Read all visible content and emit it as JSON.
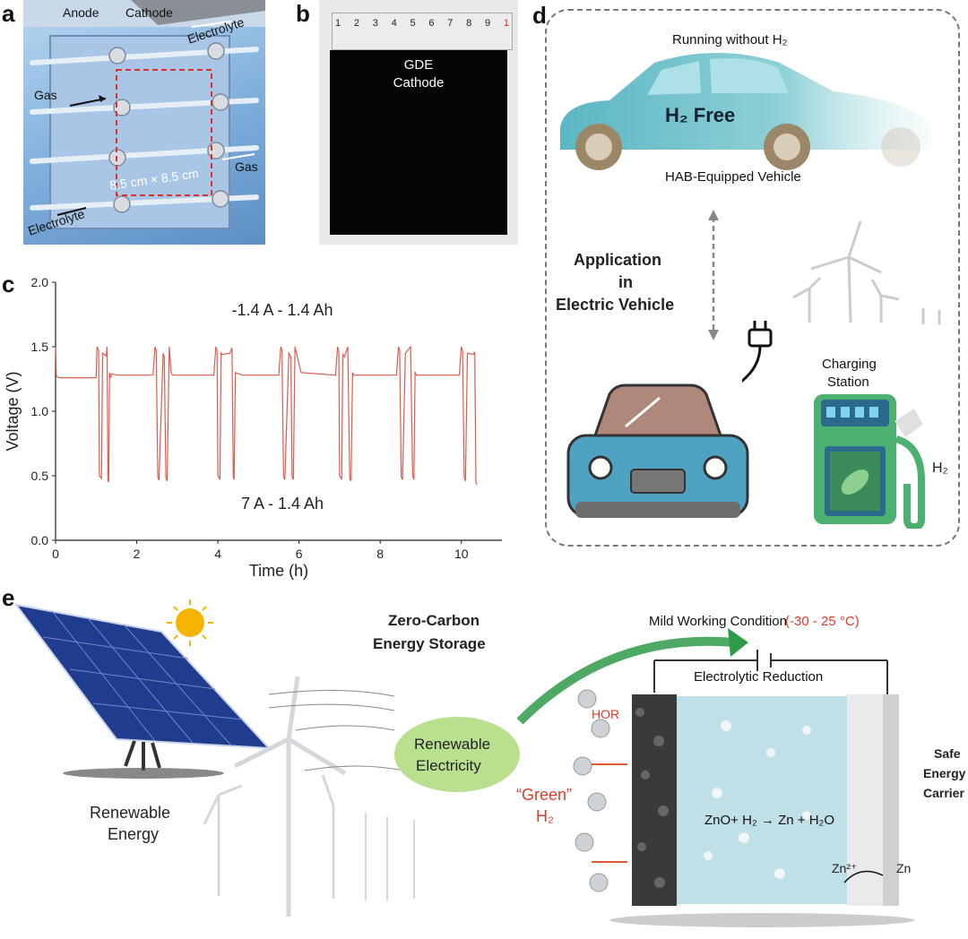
{
  "panel_labels": {
    "a": "a",
    "b": "b",
    "c": "c",
    "d": "d",
    "e": "e"
  },
  "panel_a": {
    "anode": "Anode",
    "cathode": "Cathode",
    "electrolyte_top": "Electrolyte",
    "gas_left": "Gas",
    "gas_right": "Gas",
    "size": "8.5 cm × 8.5 cm",
    "electrolyte_bottom": "Electrolyte"
  },
  "panel_b": {
    "gde": "GDE",
    "cathode": "Cathode",
    "ruler_ticks": [
      "1",
      "2",
      "3",
      "4",
      "5",
      "6",
      "7",
      "8",
      "9",
      "1"
    ]
  },
  "panel_d": {
    "running": "Running without H₂",
    "h2_free": "H₂ Free",
    "hab_vehicle": "HAB-Equipped Vehicle",
    "application_line1": "Application",
    "application_line2": "in",
    "application_line3": "Electric Vehicle",
    "charging_line1": "Charging",
    "charging_line2": "Station",
    "h2": "H₂"
  },
  "panel_e": {
    "zero_carbon_line1": "Zero-Carbon",
    "zero_carbon_line2": "Energy Storage",
    "mild_condition": "Mild Working Condition",
    "mild_range": "(-30 - 25 °C)",
    "electrolytic": "Electrolytic Reduction",
    "renewable_elec_line1": "Renewable",
    "renewable_elec_line2": "Electricity",
    "renewable_energy_line1": "Renewable",
    "renewable_energy_line2": "Energy",
    "hor": "HOR",
    "green_line1": "“Green”",
    "green_line2": "H₂",
    "reaction": "ZnO+ H₂ → Zn + H₂O",
    "zn_ion": "Zn²⁺",
    "zn": "Zn",
    "safe_line1": "Safe",
    "safe_line2": "Energy",
    "safe_line3": "Carrier"
  },
  "colors": {
    "curve": "#e05a50",
    "accent_red": "#e03a2a",
    "bubble_green": "#b9e08f",
    "arrow_green": "#2f9a4a"
  },
  "chart_data": {
    "type": "line",
    "title": "",
    "xlabel": "Time (h)",
    "ylabel": "Voltage (V)",
    "xlim": [
      0,
      11
    ],
    "ylim": [
      0.0,
      2.0
    ],
    "xticks": [
      "0",
      "2",
      "4",
      "6",
      "8",
      "10"
    ],
    "yticks": [
      "0.0",
      "0.5",
      "1.0",
      "1.5",
      "2.0"
    ],
    "annotations": [
      "-1.4 A - 1.4 Ah",
      "7 A - 1.4 Ah"
    ],
    "series": [
      {
        "x": [
          0.0,
          0.02,
          0.1,
          1.0,
          1.02,
          1.06,
          1.08,
          1.13,
          1.16,
          1.25,
          1.27,
          1.29,
          1.31,
          1.33,
          1.36,
          1.38,
          1.55,
          2.4,
          2.45,
          2.48,
          2.52,
          2.55,
          2.65,
          2.68,
          2.72,
          2.75,
          2.8,
          2.85,
          2.88,
          3.0,
          3.9,
          3.95,
          3.98,
          4.0,
          4.05,
          4.08,
          4.1,
          4.3,
          4.35,
          4.38,
          4.4,
          4.43,
          4.6,
          5.5,
          5.55,
          5.58,
          5.62,
          5.65,
          5.75,
          5.8,
          5.83,
          5.86,
          5.9,
          6.05,
          6.9,
          6.95,
          6.98,
          7.0,
          7.05,
          7.08,
          7.12,
          7.2,
          7.25,
          7.28,
          7.32,
          7.35,
          7.6,
          8.4,
          8.45,
          8.48,
          8.52,
          8.55,
          8.62,
          8.75,
          8.8,
          8.83,
          8.86,
          8.9,
          9.0,
          9.95,
          10.0,
          10.03,
          10.07,
          10.1,
          10.15,
          10.3,
          10.33,
          10.36,
          10.38
        ],
        "y": [
          1.5,
          1.27,
          1.26,
          1.26,
          1.5,
          1.47,
          0.5,
          0.48,
          1.45,
          1.43,
          1.5,
          0.47,
          0.45,
          1.3,
          1.26,
          1.29,
          1.28,
          1.28,
          1.5,
          1.47,
          0.48,
          0.47,
          1.45,
          1.42,
          0.48,
          0.46,
          1.5,
          1.3,
          1.28,
          1.28,
          1.28,
          1.5,
          1.47,
          0.5,
          0.47,
          1.45,
          1.44,
          1.45,
          1.49,
          0.49,
          0.47,
          1.3,
          1.28,
          1.28,
          1.5,
          1.47,
          0.49,
          0.47,
          1.45,
          1.42,
          0.49,
          0.47,
          1.5,
          1.3,
          1.28,
          1.5,
          1.46,
          0.5,
          0.47,
          1.44,
          1.42,
          1.5,
          0.48,
          0.46,
          1.3,
          1.28,
          1.28,
          1.28,
          1.5,
          1.47,
          0.49,
          0.47,
          1.45,
          1.5,
          0.5,
          0.47,
          1.3,
          1.28,
          1.28,
          1.28,
          1.5,
          1.47,
          0.49,
          0.46,
          1.45,
          1.44,
          1.46,
          0.45,
          0.43
        ]
      }
    ]
  }
}
